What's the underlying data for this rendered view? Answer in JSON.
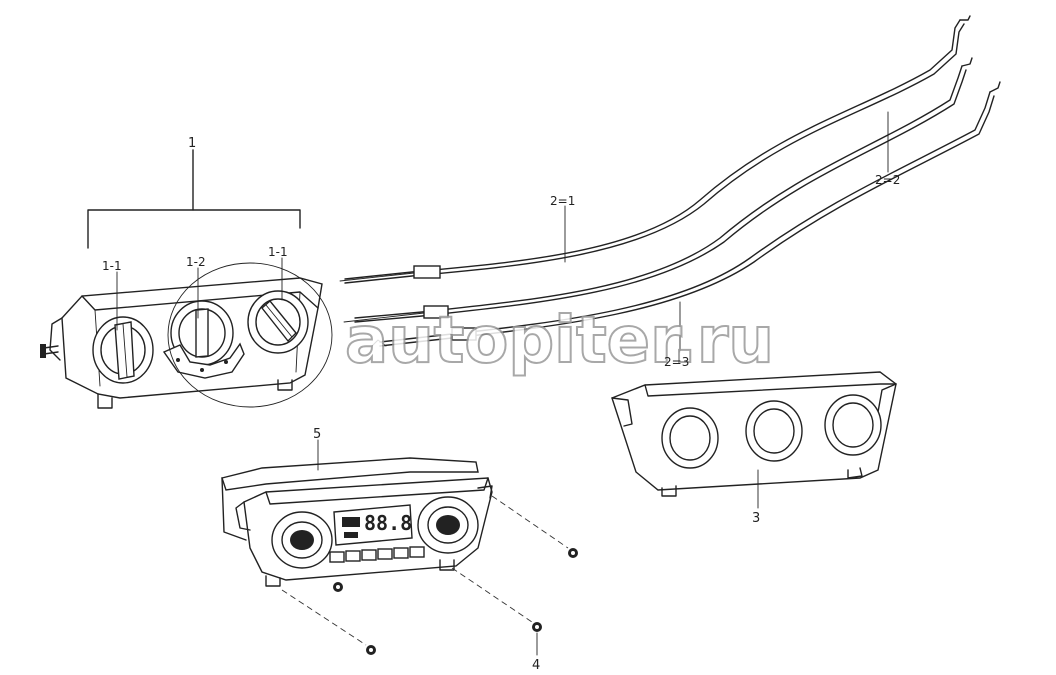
{
  "watermark": "autopiter.ru",
  "callouts": {
    "c1": "1",
    "c1_1_left": "1-1",
    "c1_2": "1-2",
    "c1_1_right": "1-1",
    "c2_1": "2=1",
    "c2_2": "2=2",
    "c2_3": "2=3",
    "c3": "3",
    "c4": "4",
    "c5": "5"
  },
  "display": {
    "temp": "88.8"
  }
}
